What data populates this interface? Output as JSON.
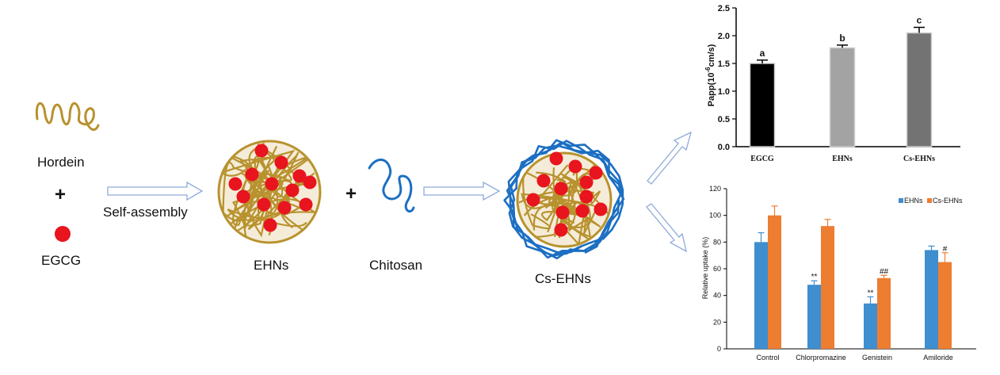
{
  "diagram": {
    "hordein_label": "Hordein",
    "plus1": "+",
    "egcg_label": "EGCG",
    "self_assembly_label": "Self-assembly",
    "ehns_label": "EHNs",
    "plus2": "+",
    "chitosan_label": "Chitosan",
    "cs_ehns_label": "Cs-EHNs",
    "colors": {
      "hordein": "#b8922e",
      "egcg": "#e8141e",
      "chitosan": "#1c6fc2",
      "arrow": "#8eaadb"
    }
  },
  "chart_data": [
    {
      "type": "bar",
      "categories": [
        "EGCG",
        "EHNs",
        "Cs-EHNs"
      ],
      "values": [
        1.5,
        1.78,
        2.05
      ],
      "errors": [
        0.06,
        0.05,
        0.1
      ],
      "significance": [
        "a",
        "b",
        "c"
      ],
      "colors": [
        "#000000",
        "#a3a3a3",
        "#737373"
      ],
      "ylabel": "Papp(10<sup>-6</sup>cm/s)",
      "ylabel_text": "Papp(10-6cm/s)",
      "ylim": [
        0,
        2.5
      ],
      "yticks": [
        "0.0",
        "0.5",
        "1.0",
        "1.5",
        "2.0",
        "2.5"
      ]
    },
    {
      "type": "bar",
      "categories": [
        "Control",
        "Chlorpromazine",
        "Genistein",
        "Amiloride"
      ],
      "series": [
        {
          "name": "EHNs",
          "values": [
            80,
            48,
            34,
            74
          ],
          "errors": [
            7,
            3,
            5,
            3
          ],
          "marks": [
            "",
            "**",
            "**",
            ""
          ],
          "color": "#3e8ed0"
        },
        {
          "name": "Cs-EHNs",
          "values": [
            100,
            92,
            53,
            65
          ],
          "errors": [
            7,
            5,
            2,
            7
          ],
          "marks": [
            "",
            "",
            "##",
            "#"
          ],
          "color": "#ed7d31"
        }
      ],
      "ylabel": "Relative uptake (%)",
      "ylim": [
        0,
        120
      ],
      "yticks": [
        "0",
        "20",
        "40",
        "60",
        "80",
        "100",
        "120"
      ],
      "legend_position": "top-right"
    }
  ]
}
